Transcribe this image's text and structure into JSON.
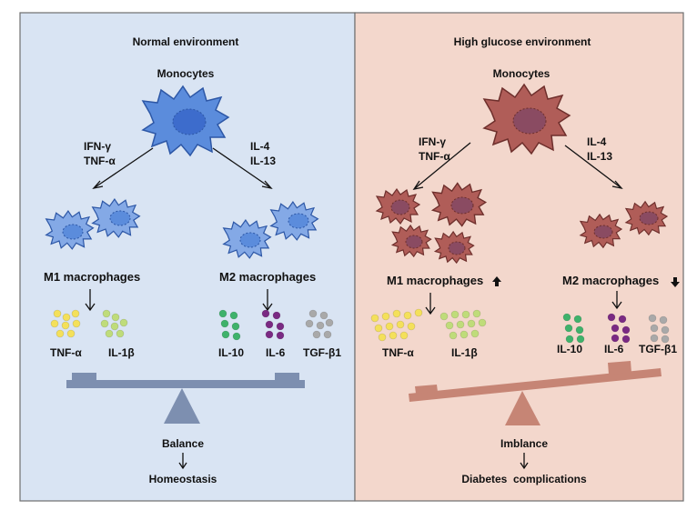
{
  "colors": {
    "left_bg": "#d9e4f3",
    "right_bg": "#f3d7cc",
    "left_cell": "#5b8cdc",
    "left_cell_stroke": "#2d57a6",
    "left_nucleus": "#3d6ccc",
    "right_cell": "#b05d58",
    "right_cell_stroke": "#6e2f2c",
    "right_nucleus": "#8a4b62",
    "left_seesaw": "#7d8fb0",
    "right_seesaw": "#c68575",
    "tnf_color": "#f4e05a",
    "il1b_color": "#bfdc7a",
    "il10_color": "#3fb26b",
    "il6_color": "#7a2a83",
    "tgf_color": "#a9a9a9"
  },
  "left_panel": {
    "title": "Normal environment",
    "monocytes": "Monocytes",
    "m1_stimuli": [
      "IFN-γ",
      "TNF-α"
    ],
    "m2_stimuli": [
      "IL-4",
      "IL-13"
    ],
    "m1_label": "M1 macrophages",
    "m2_label": "M2 macrophages",
    "cytokines": [
      "TNF-α",
      "IL-1β",
      "IL-10",
      "IL-6",
      "TGF-β1"
    ],
    "outcome": "Balance",
    "result": "Homeostasis"
  },
  "right_panel": {
    "title": "High glucose environment",
    "monocytes": "Monocytes",
    "m1_stimuli": [
      "IFN-γ",
      "TNF-α"
    ],
    "m2_stimuli": [
      "IL-4",
      "IL-13"
    ],
    "m1_label": "M1 macrophages",
    "m2_label": "M2 macrophages",
    "cytokines": [
      "TNF-α",
      "IL-1β",
      "IL-10",
      "IL-6",
      "TGF-β1"
    ],
    "outcome": "Imblance",
    "result": "Diabetes  complications"
  }
}
